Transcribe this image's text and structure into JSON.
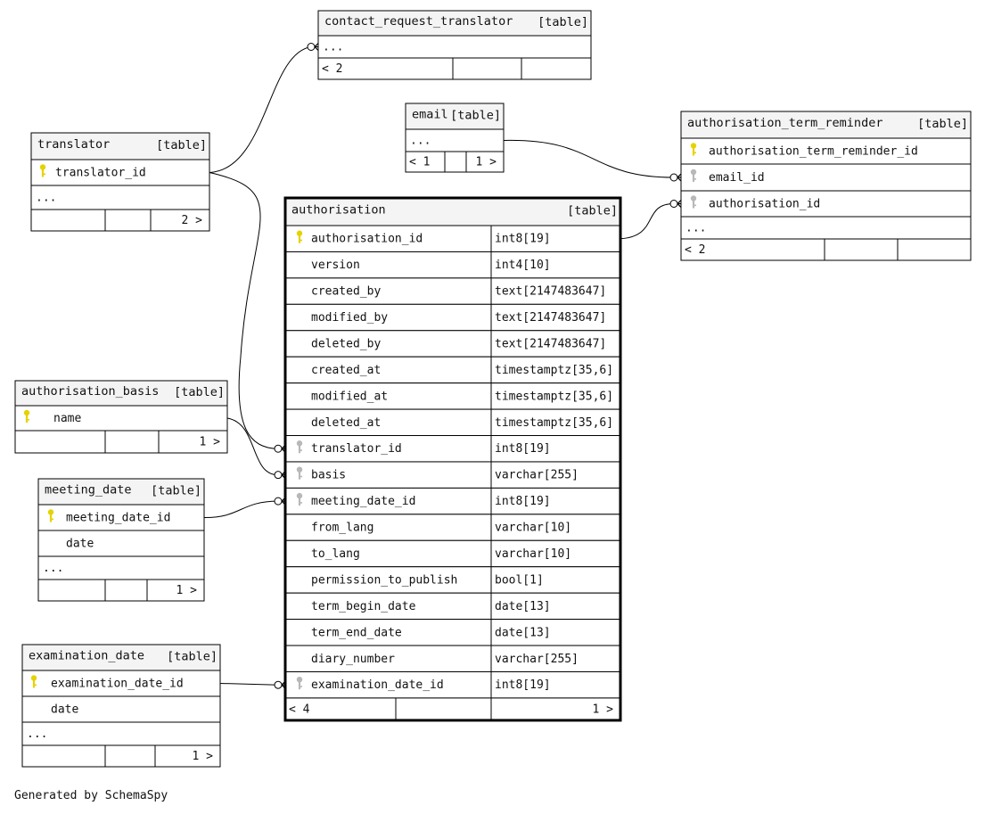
{
  "footer": "Generated by SchemaSpy",
  "colors": {
    "pk_key": "#e6d200",
    "fk_key": "#b8b8b8",
    "header_bg": "#f4f4f4",
    "line": "#000000"
  },
  "tables": {
    "contact_request_translator": {
      "name": "contact_request_translator",
      "kind": "[table]",
      "rows": [
        {
          "name": "...",
          "key": ""
        }
      ],
      "footer": [
        "< 2",
        "",
        ""
      ]
    },
    "email": {
      "name": "email",
      "kind": "[table]",
      "rows": [
        {
          "name": "...",
          "key": ""
        }
      ],
      "footer": [
        "< 1",
        "",
        "1 >"
      ]
    },
    "translator": {
      "name": "translator",
      "kind": "[table]",
      "rows": [
        {
          "name": "translator_id",
          "key": "pk"
        },
        {
          "name": "...",
          "key": ""
        }
      ],
      "footer": [
        "",
        "",
        "2 >"
      ]
    },
    "authorisation_term_reminder": {
      "name": "authorisation_term_reminder",
      "kind": "[table]",
      "rows": [
        {
          "name": "authorisation_term_reminder_id",
          "key": "pk"
        },
        {
          "name": "email_id",
          "key": "fk"
        },
        {
          "name": "authorisation_id",
          "key": "fk"
        },
        {
          "name": "...",
          "key": ""
        }
      ],
      "footer": [
        "< 2",
        "",
        ""
      ]
    },
    "authorisation": {
      "name": "authorisation",
      "kind": "[table]",
      "rows": [
        {
          "name": "authorisation_id",
          "type": "int8[19]",
          "key": "pk"
        },
        {
          "name": "version",
          "type": "int4[10]",
          "key": ""
        },
        {
          "name": "created_by",
          "type": "text[2147483647]",
          "key": ""
        },
        {
          "name": "modified_by",
          "type": "text[2147483647]",
          "key": ""
        },
        {
          "name": "deleted_by",
          "type": "text[2147483647]",
          "key": ""
        },
        {
          "name": "created_at",
          "type": "timestamptz[35,6]",
          "key": ""
        },
        {
          "name": "modified_at",
          "type": "timestamptz[35,6]",
          "key": ""
        },
        {
          "name": "deleted_at",
          "type": "timestamptz[35,6]",
          "key": ""
        },
        {
          "name": "translator_id",
          "type": "int8[19]",
          "key": "fk"
        },
        {
          "name": "basis",
          "type": "varchar[255]",
          "key": "fk"
        },
        {
          "name": "meeting_date_id",
          "type": "int8[19]",
          "key": "fk"
        },
        {
          "name": "from_lang",
          "type": "varchar[10]",
          "key": ""
        },
        {
          "name": "to_lang",
          "type": "varchar[10]",
          "key": ""
        },
        {
          "name": "permission_to_publish",
          "type": "bool[1]",
          "key": ""
        },
        {
          "name": "term_begin_date",
          "type": "date[13]",
          "key": ""
        },
        {
          "name": "term_end_date",
          "type": "date[13]",
          "key": ""
        },
        {
          "name": "diary_number",
          "type": "varchar[255]",
          "key": ""
        },
        {
          "name": "examination_date_id",
          "type": "int8[19]",
          "key": "fk"
        }
      ],
      "footer": [
        "< 4",
        "",
        "1 >"
      ]
    },
    "authorisation_basis": {
      "name": "authorisation_basis",
      "kind": "[table]",
      "rows": [
        {
          "name": "name",
          "key": "pk"
        }
      ],
      "footer": [
        "",
        "",
        "1 >"
      ]
    },
    "meeting_date": {
      "name": "meeting_date",
      "kind": "[table]",
      "rows": [
        {
          "name": "meeting_date_id",
          "key": "pk"
        },
        {
          "name": "date",
          "key": ""
        },
        {
          "name": "...",
          "key": ""
        }
      ],
      "footer": [
        "",
        "",
        "1 >"
      ]
    },
    "examination_date": {
      "name": "examination_date",
      "kind": "[table]",
      "rows": [
        {
          "name": "examination_date_id",
          "key": "pk"
        },
        {
          "name": "date",
          "key": ""
        },
        {
          "name": "...",
          "key": ""
        }
      ],
      "footer": [
        "",
        "",
        "1 >"
      ]
    }
  }
}
